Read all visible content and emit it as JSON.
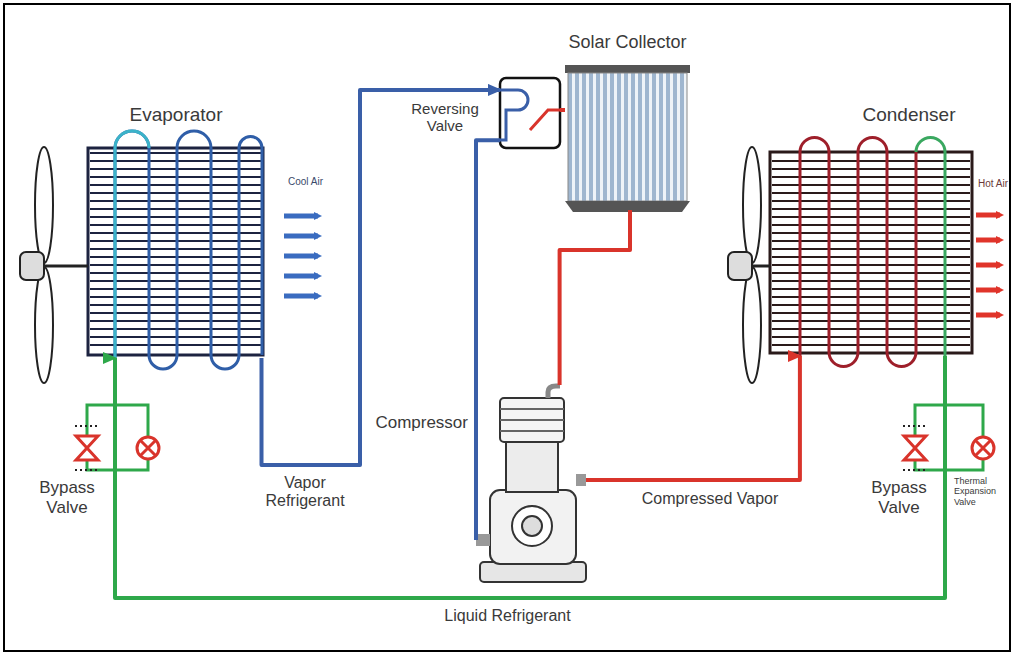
{
  "diagram": {
    "nodes": [
      {
        "text": [
          "Evaporator"
        ]
      },
      {
        "text": [
          "Reversing Valve"
        ]
      },
      {
        "text": [
          "Solar Collector"
        ]
      },
      {
        "text": [
          "Condenser"
        ]
      },
      {
        "text": [
          "Compressor"
        ]
      }
    ],
    "edges": [
      {
        "from": 0,
        "to": 1,
        "arrow": "to",
        "label": "Vapor Refrigerant"
      },
      {
        "from": 1,
        "to": 4,
        "arrow": "none"
      },
      {
        "from": 4,
        "to": 3,
        "arrow": "to",
        "label": "Compressed Vapor"
      },
      {
        "from": 3,
        "to": 0,
        "arrow": "to",
        "label": "Liquid Refrigerant"
      },
      {
        "from": 1,
        "to": 2,
        "arrow": "none"
      },
      {
        "from": 2,
        "to": 4,
        "arrow": "none"
      }
    ],
    "labels": [
      "Cool Air",
      "Hot Air",
      "Bypass Valve",
      "Bypass Valve",
      "Thermal Expansion Valve"
    ]
  }
}
